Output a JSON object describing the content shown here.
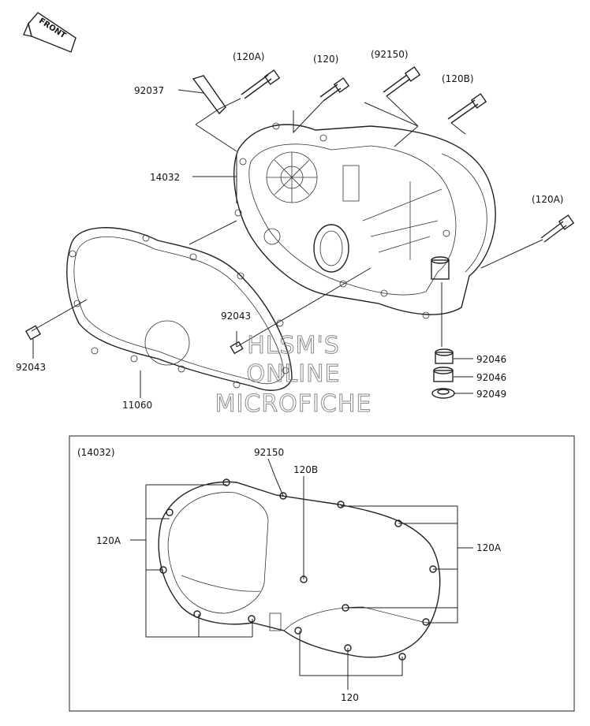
{
  "front_label": "FRONT",
  "labels": {
    "p120A_top": "(120A)",
    "p120_top": "(120)",
    "p92150_top": "(92150)",
    "p120B_top": "(120B)",
    "p92037": "92037",
    "p14032": "14032",
    "p120A_right": "(120A)",
    "p92043_mid": "92043",
    "p92043_left": "92043",
    "p11060": "11060",
    "p92046_a": "92046",
    "p92046_b": "92046",
    "p92049": "92049"
  },
  "watermark": [
    "HLSM'S",
    "ONLINE",
    "MICROFICHE"
  ],
  "inset": {
    "title": "(14032)",
    "l92150": "92150",
    "l120B": "120B",
    "l120A_left": "120A",
    "l120A_right": "120A",
    "l120": "120"
  }
}
